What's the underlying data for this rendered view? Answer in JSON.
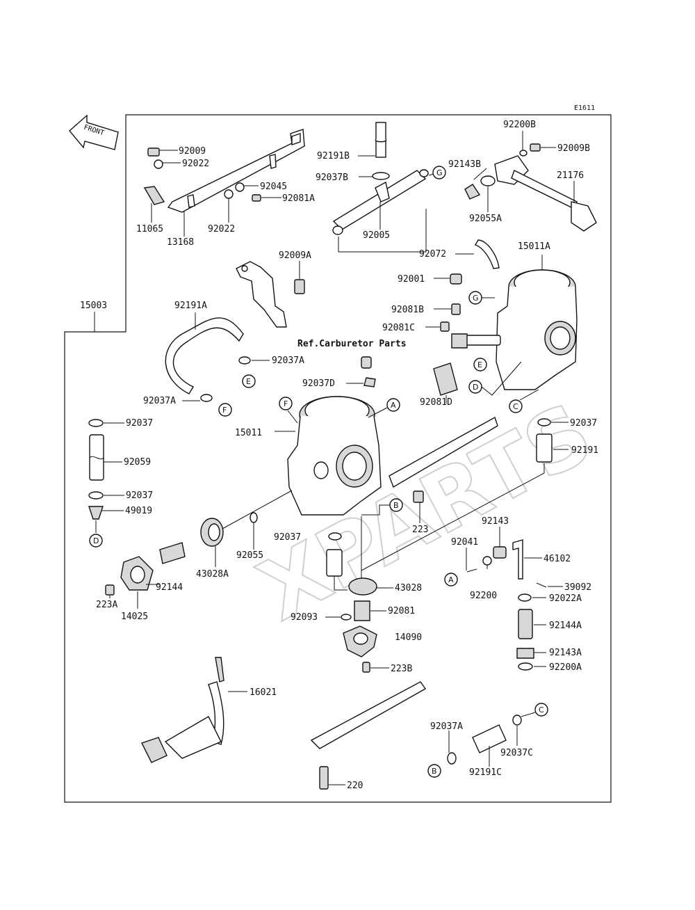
{
  "diagram_code": "E1611",
  "ref_note": "Ref.Carburetor Parts",
  "front_label": "FRONT",
  "watermark": "XPARTS",
  "parts": {
    "p92009": "92009",
    "p92022a": "92022",
    "p92045": "92045",
    "p92081A": "92081A",
    "p92022b": "92022",
    "p11065": "11065",
    "p13168": "13168",
    "p15003": "15003",
    "p92191B": "92191B",
    "p92037B": "92037B",
    "p92005": "92005",
    "p92200B": "92200B",
    "p92009B": "92009B",
    "p92143B": "92143B",
    "p21176": "21176",
    "p92055A": "92055A",
    "p92072": "92072",
    "p15011A": "15011A",
    "p92009A": "92009A",
    "p92001": "92001",
    "p92081B": "92081B",
    "p92081C": "92081C",
    "p92191A": "92191A",
    "p92037A_1": "92037A",
    "p92037D": "92037D",
    "p92081D": "92081D",
    "p92037A_2": "92037A",
    "p92037_1": "92037",
    "p15011": "15011",
    "p92059": "92059",
    "p92037_2": "92037",
    "p49019": "49019",
    "p92037_3": "92037",
    "p92191": "92191",
    "p223": "223",
    "p92037_4": "92037",
    "p92055": "92055",
    "p43028A": "43028A",
    "p92144": "92144",
    "p223A": "223A",
    "p14025": "14025",
    "p92143": "92143",
    "p92041": "92041",
    "p46102": "46102",
    "p92200": "92200",
    "p39092": "39092",
    "p92022A": "92022A",
    "p43028": "43028",
    "p92093": "92093",
    "p92081": "92081",
    "p14090": "14090",
    "p223B": "223B",
    "p92144A": "92144A",
    "p92143A": "92143A",
    "p92200A": "92200A",
    "p16021": "16021",
    "p92037A_3": "92037A",
    "p92037C": "92037C",
    "p92191C": "92191C",
    "p220": "220"
  },
  "callouts": {
    "cG1": "G",
    "cG2": "G",
    "cE1": "E",
    "cE2": "E",
    "cF1": "F",
    "cF2": "F",
    "cA1": "A",
    "cA2": "A",
    "cD1": "D",
    "cD2": "D",
    "cC1": "C",
    "cC2": "C",
    "cB1": "B",
    "cB2": "B"
  }
}
